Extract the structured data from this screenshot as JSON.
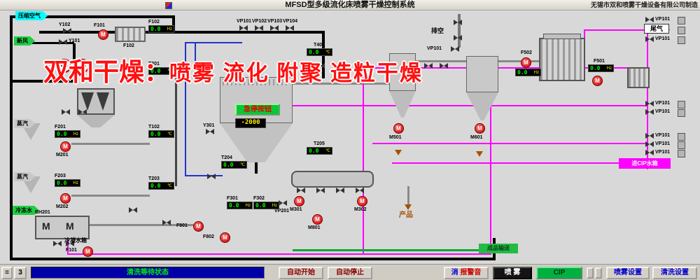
{
  "title_bar": {
    "title": "MFSD型多级流化床喷雾干燥控制系统",
    "company": "无锡市双和喷雾干燥设备有限公司制造"
  },
  "watermark": {
    "part1": "双和干燥：",
    "part2": "喷雾 流化 附聚 造粒干燥"
  },
  "glyphs": {
    "m": "M",
    "menu": "≡"
  },
  "inlets": {
    "compressed_air": "压缩空气",
    "fresh_air": "新风",
    "steam1": "蒸汽",
    "steam2": "蒸汽",
    "chilled_water": "冷冻水"
  },
  "equipment": {
    "heater_label": "F102",
    "feed_tank": "BH201",
    "condensate_tank": "冷凝水箱",
    "estop": "急停按钮",
    "tower_level": "-2000",
    "vent": "排空",
    "tail_gas": "尾气",
    "product": "产品",
    "cip_station": "进CIP水箱",
    "finished_line": "成品输送"
  },
  "valve_labels": {
    "y102": "Y102",
    "y101": "Y101",
    "y301": "Y301",
    "vp201": "VP201",
    "vent_vp": "VP101"
  },
  "valves_top": [
    "VP101",
    "VP102",
    "VP103",
    "VP104"
  ],
  "right_valves": [
    "VP101",
    "VP101",
    "VP101",
    "VP101",
    "VP101",
    "VP101",
    "VP101",
    "VP101"
  ],
  "displays": [
    {
      "label": "F102",
      "value": "0.0",
      "unit": "Hz"
    },
    {
      "label": "T201",
      "value": "0.0",
      "unit": "℃"
    },
    {
      "label": "T102",
      "value": "0.0",
      "unit": "℃"
    },
    {
      "label": "T203",
      "value": "0.0",
      "unit": "℃"
    },
    {
      "label": "F201",
      "value": "0.0",
      "unit": "Hz"
    },
    {
      "label": "F203",
      "value": "0.0",
      "unit": "Hz"
    },
    {
      "label": "T401",
      "value": "0.0",
      "unit": "℃"
    },
    {
      "label": "T204",
      "value": "0.0",
      "unit": "℃"
    },
    {
      "label": "T205",
      "value": "0.0",
      "unit": "℃"
    },
    {
      "label": "F301",
      "value": "0.0",
      "unit": "Hz"
    },
    {
      "label": "F302",
      "value": "0.0",
      "unit": "Hz"
    },
    {
      "label": "F502",
      "value": "0.0",
      "unit": "Hz"
    },
    {
      "label": "F501",
      "value": "0.0",
      "unit": "Hz"
    }
  ],
  "pumps": [
    {
      "label": "F101"
    },
    {
      "label": "M201"
    },
    {
      "label": "M202"
    },
    {
      "label": "F101"
    },
    {
      "label": "M501"
    },
    {
      "label": "M601"
    },
    {
      "label": "M301"
    },
    {
      "label": "M302"
    },
    {
      "label": "M801"
    },
    {
      "label": "F801"
    },
    {
      "label": "F802"
    }
  ],
  "bottom_bar": {
    "page": "3",
    "status": "清洗等待状态",
    "auto_start": "自动开始",
    "auto_stop": "自动停止",
    "silence_prefix": "消",
    "silence_main": "报警音",
    "spray": "喷 雾",
    "cip": "CIP",
    "spray_settings": "喷雾设置",
    "clean_settings": "清洗设置"
  }
}
